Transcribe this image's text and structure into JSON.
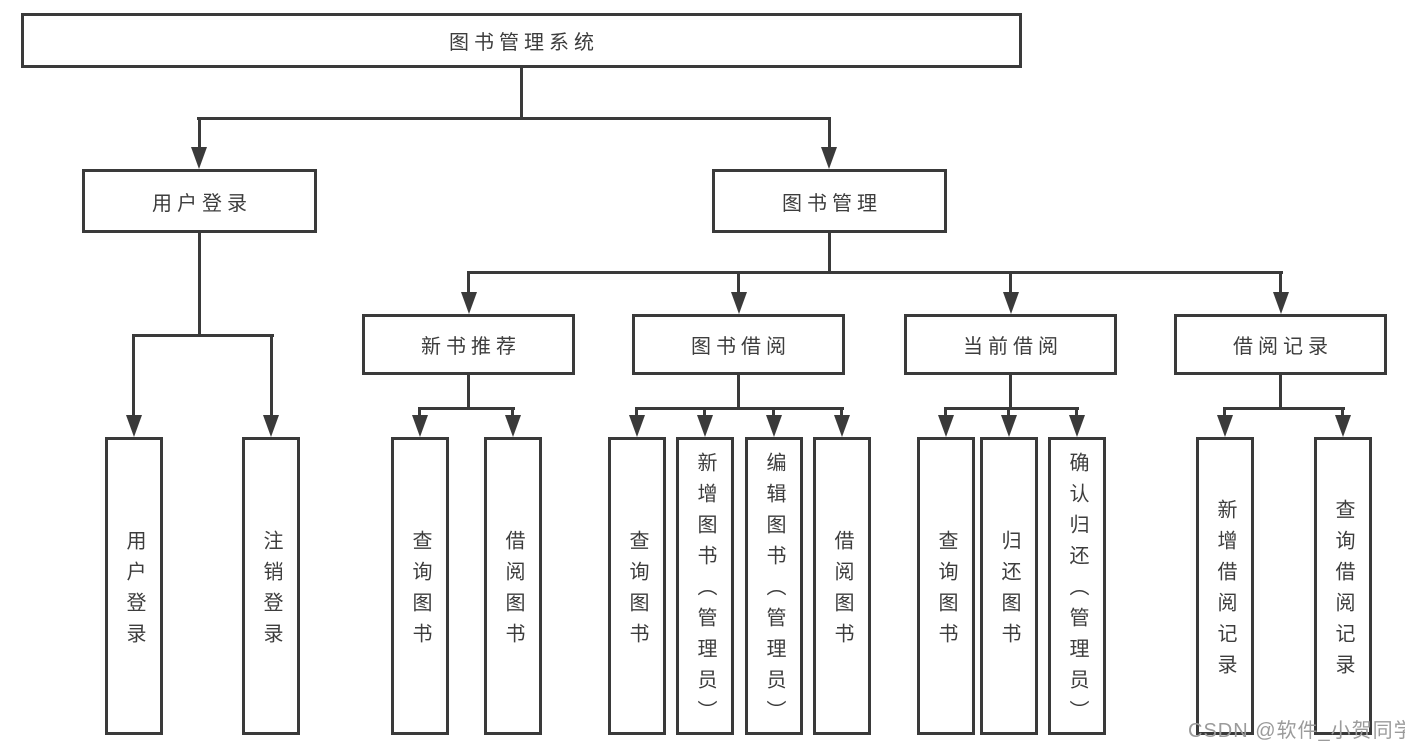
{
  "diagram": {
    "type": "hierarchy-tree",
    "root": {
      "label": "图书管理系统"
    },
    "level2": [
      {
        "id": "user-login",
        "label": "用户登录",
        "parent": "图书管理系统"
      },
      {
        "id": "book-management",
        "label": "图书管理",
        "parent": "图书管理系统"
      }
    ],
    "level3": [
      {
        "id": "new-book-recommend",
        "label": "新书推荐",
        "parent": "图书管理"
      },
      {
        "id": "book-borrow",
        "label": "图书借阅",
        "parent": "图书管理"
      },
      {
        "id": "current-borrow",
        "label": "当前借阅",
        "parent": "图书管理"
      },
      {
        "id": "borrow-records",
        "label": "借阅记录",
        "parent": "图书管理"
      }
    ],
    "leaves": [
      {
        "parent": "用户登录",
        "label": "用户登录"
      },
      {
        "parent": "用户登录",
        "label": "注销登录"
      },
      {
        "parent": "新书推荐",
        "label": "查询图书"
      },
      {
        "parent": "新书推荐",
        "label": "借阅图书"
      },
      {
        "parent": "图书借阅",
        "label": "查询图书"
      },
      {
        "parent": "图书借阅",
        "label": "新增图书（管理员）"
      },
      {
        "parent": "图书借阅",
        "label": "编辑图书（管理员）"
      },
      {
        "parent": "图书借阅",
        "label": "借阅图书"
      },
      {
        "parent": "当前借阅",
        "label": "查询图书"
      },
      {
        "parent": "当前借阅",
        "label": "归还图书"
      },
      {
        "parent": "当前借阅",
        "label": "确认归还（管理员）"
      },
      {
        "parent": "借阅记录",
        "label": "新增借阅记录"
      },
      {
        "parent": "借阅记录",
        "label": "查询借阅记录"
      }
    ],
    "colors": {
      "line": "#3a3a3a",
      "box_border": "#3a3a3a",
      "text": "#3d3d3d",
      "background": "#ffffff",
      "watermark": "#9b9b9b"
    }
  },
  "watermark": {
    "text": "CSDN @软件_小贺同学"
  }
}
